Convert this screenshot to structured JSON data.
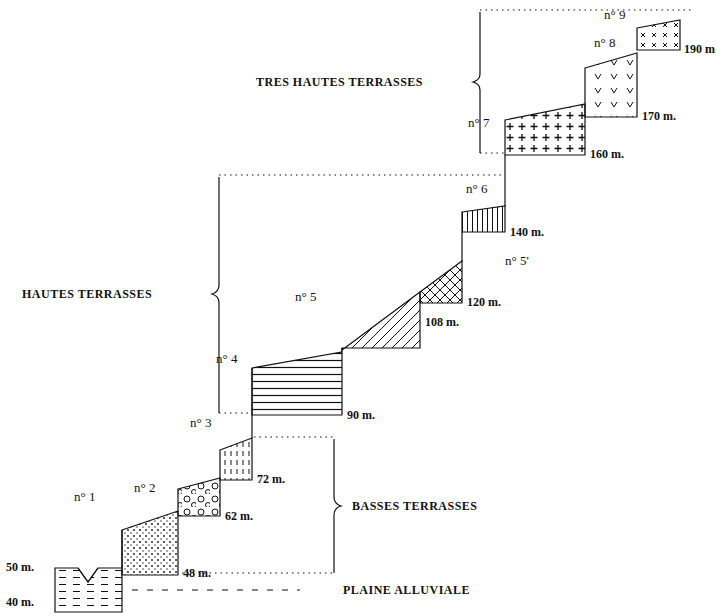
{
  "diagram": {
    "labels": [
      "TRES HAUTES TERRASSES",
      "n° 9",
      "190 m",
      "n° 8",
      "170 m.",
      "n° 7",
      "160 m.",
      "n° 6",
      "140 m.",
      "n° 5'",
      "HAUTES TERRASSES",
      "n° 5",
      "120 m.",
      "108 m.",
      "n° 4",
      "90 m.",
      "n° 3",
      "n° 2",
      "72 m.",
      "BASSES TERRASSES",
      "n° 1",
      "62 m.",
      "50 m.",
      "48 m.",
      "40 m.",
      "PLAINE ALLUVIALE"
    ]
  }
}
